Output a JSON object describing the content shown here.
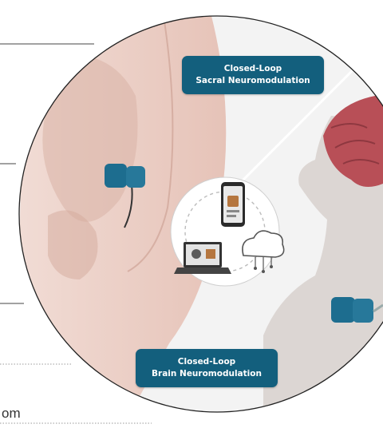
{
  "labels": {
    "sacral": {
      "line1": "Closed-Loop",
      "line2": "Sacral Neuromodulation"
    },
    "brain": {
      "line1": "Closed-Loop",
      "line2": "Brain Neuromodulation"
    }
  },
  "side_text": "om",
  "colors": {
    "label_fill": "#135f7d",
    "skin": "#e6c6bc",
    "brain": "#b84f57",
    "device": "#1d6d8f",
    "outline": "#222222"
  },
  "icons": [
    "smartphone-icon",
    "laptop-icon",
    "cloud-icon"
  ]
}
